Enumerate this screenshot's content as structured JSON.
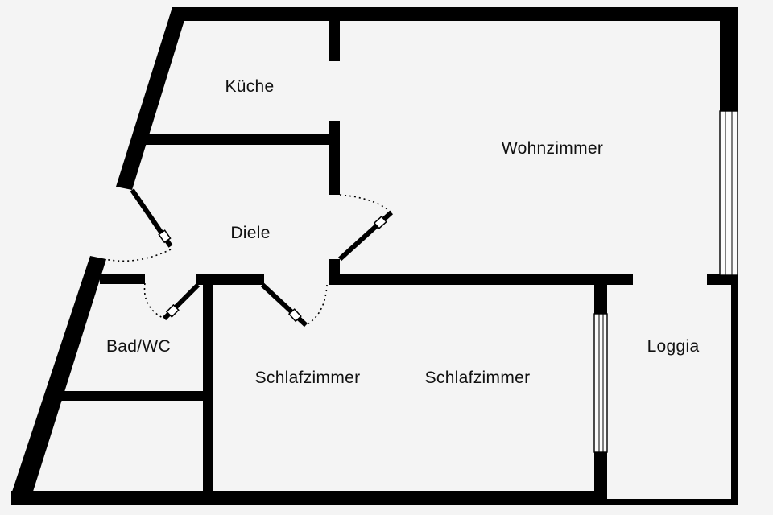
{
  "floorplan": {
    "rooms": {
      "kitchen": "Küche",
      "living_room": "Wohnzimmer",
      "hall": "Diele",
      "bathroom": "Bad/WC",
      "bedroom_1": "Schlafzimmer",
      "bedroom_2": "Schlafzimmer",
      "loggia": "Loggia"
    }
  },
  "colors": {
    "wall": "#000000",
    "floor": "#f4f4f4"
  }
}
